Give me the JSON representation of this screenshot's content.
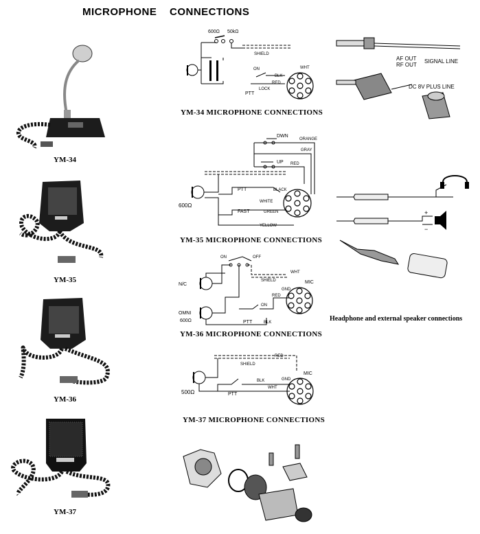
{
  "page_title": "MICROPHONE  CONNECTIONS",
  "microphones": [
    {
      "model": "YM-34"
    },
    {
      "model": "YM-35"
    },
    {
      "model": "YM-36"
    },
    {
      "model": "YM-37"
    }
  ],
  "diagram_ym34": {
    "caption": "YM-34 MICROPHONE CONNECTIONS",
    "imp_600": "600Ω",
    "imp_50k": "50kΩ",
    "shield": "SHIELD",
    "wht": "WHT",
    "on": "ON",
    "blk": "BLK",
    "red": "RED",
    "lock": "LOCK",
    "ptt": "PTT"
  },
  "diagram_ym35": {
    "caption": "YM-35 MICROPHONE CONNECTIONS",
    "dwn": "DWN",
    "orange": "ORANGE",
    "gray": "GRAY",
    "up": "UP",
    "red": "RED",
    "ptt": "PTT",
    "black": "BLACK",
    "white": "WHITE",
    "green": "GREEN",
    "fast": "FAST",
    "yellow": "YELLOW",
    "imp": "600Ω"
  },
  "diagram_ym36": {
    "caption": "YM-36 MICROPHONE CONNECTIONS",
    "on": "ON",
    "off": "OFF",
    "wht": "WHT",
    "shield": "SHIELD",
    "mic": "MIC",
    "gnd": "GND",
    "red": "RED",
    "nc": "N/C",
    "omni": "OMNI",
    "imp": "600Ω",
    "ptt_on": "ON",
    "ptt": "PTT",
    "blk": "BLK"
  },
  "diagram_ym37": {
    "caption": "YM-37 MICROPHONE CONNECTIONS",
    "red": "RED",
    "shield": "SHIELD",
    "mic": "MIC",
    "blk": "BLK",
    "gnd": "GND",
    "wht": "WHT",
    "ptt": "PTT",
    "imp": "500Ω"
  },
  "rca_plug": {
    "af_out": "AF OUT",
    "rf_out": "RF OUT",
    "signal_line": "SIGNAL LINE",
    "dc_line": "DC 8V PLUS LINE"
  },
  "phone_plugs": {
    "plus": "+",
    "minus": "−"
  },
  "headphone_caption": "Headphone and external speaker connections",
  "colors": {
    "ink": "#000000",
    "mic_body": "#222222",
    "paper": "#ffffff"
  }
}
